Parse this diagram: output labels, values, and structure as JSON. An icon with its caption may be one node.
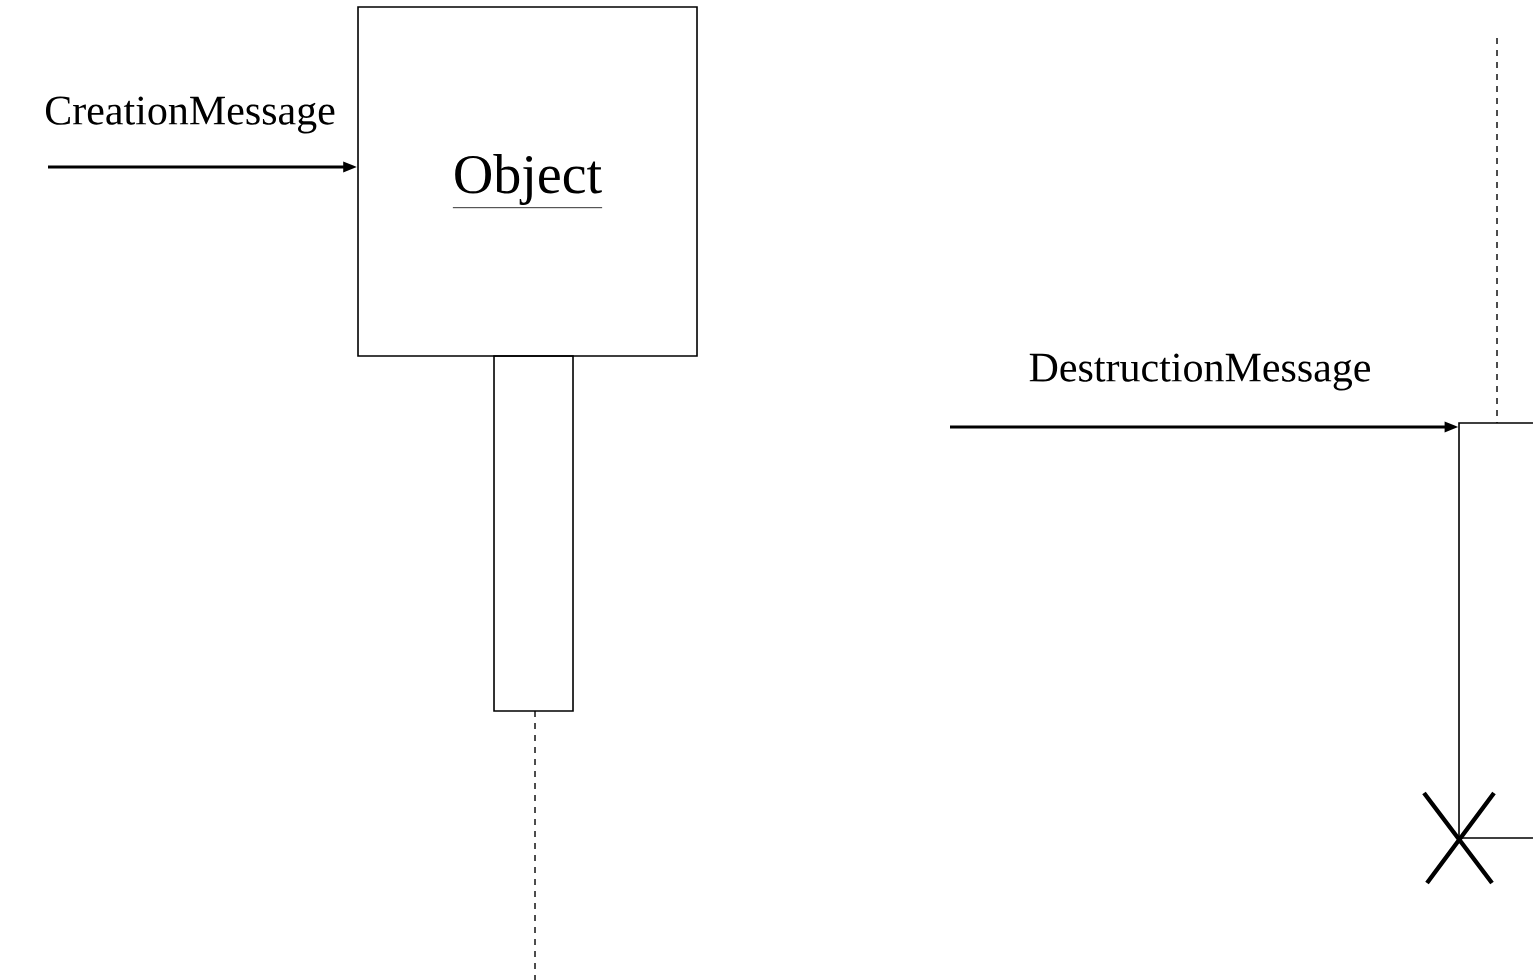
{
  "diagram": {
    "nodes": [
      {
        "text": [
          "Object"
        ]
      },
      {
        "text": [],
        "shape": "box"
      },
      {
        "text": [],
        "shape": "box"
      }
    ],
    "edges": [
      {
        "from": null,
        "to": 0,
        "arrow": "to",
        "label": "CreationMessage"
      },
      {
        "from": null,
        "to": 2,
        "arrow": "to",
        "label": "DestructionMessage"
      }
    ]
  }
}
